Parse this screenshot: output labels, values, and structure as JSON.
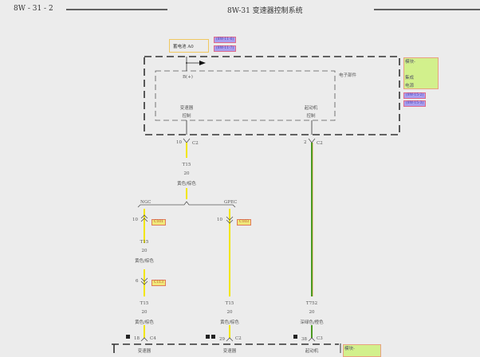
{
  "header": {
    "page_number": "8W - 31 - 2",
    "title": "8W-31 变速器控制系统"
  },
  "power_source": {
    "label": "蓄电池 A0",
    "refs": [
      "(8W-11-6)",
      "(8W-11-7)"
    ]
  },
  "upper_module": {
    "inner_label": "电子部件",
    "pin_label": "B(+)",
    "left_block": [
      "变速器",
      "控制"
    ],
    "right_block": [
      "起动机",
      "控制"
    ],
    "side_module_lines": [
      "模块-",
      "集成",
      "电源"
    ],
    "side_refs": [
      "(8W-15-2)",
      "(8W-15-3)"
    ]
  },
  "wires": {
    "left_top": {
      "pin": "10",
      "connector": "C2",
      "circuit": "T15",
      "gauge": "20",
      "color": "黄色/棕色",
      "hex": "#f2e600"
    },
    "splice": {
      "left_label": "NGC",
      "right_label": "GPEC"
    },
    "branch_ngc": {
      "pin1": "10",
      "connector1": "C101",
      "circuit": "T15",
      "gauge": "20",
      "color": "黄色/棕色",
      "pin2": "6",
      "connector2": "C113",
      "circuit2": "T15",
      "gauge2": "20",
      "color2": "黄色/棕色",
      "bottom_pin": "18",
      "bottom_connector": "C4",
      "hex": "#f2e600"
    },
    "branch_gpec": {
      "pin1": "10",
      "connector1": "C103",
      "circuit": "T15",
      "gauge": "20",
      "color": "黄色/棕色",
      "bottom_pin": "29",
      "bottom_connector": "C2",
      "hex": "#f2e600"
    },
    "right": {
      "pin": "2",
      "connector": "C2",
      "circuit": "T752",
      "gauge": "20",
      "color": "深绿色/橙色",
      "bottom_pin": "38",
      "bottom_connector": "C3",
      "hex": "#4a9a20",
      "stripe_hex": "#e8a040"
    }
  },
  "lower_module": {
    "labels": [
      "变速器",
      "变速器",
      "起动机"
    ],
    "side_module_label": "模块-"
  },
  "colors": {
    "wire_yellow": "#f2e600",
    "wire_green": "#4a9a20",
    "ref_fill": "#a9a0f0",
    "module_fill": "#d2f08c",
    "background": "#ececec"
  }
}
